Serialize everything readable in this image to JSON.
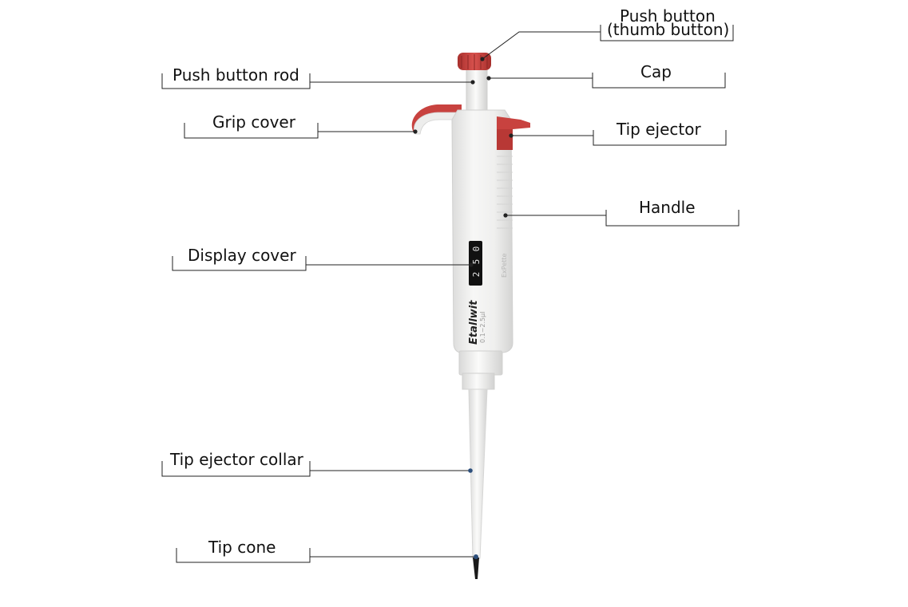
{
  "labels": {
    "push_button_line1": "Push button",
    "push_button_line2": "(thumb button)",
    "cap": "Cap",
    "push_button_rod": "Push button rod",
    "grip_cover": "Grip cover",
    "tip_ejector": "Tip ejector",
    "handle": "Handle",
    "display_cover": "Display cover",
    "tip_ejector_collar": "Tip ejector collar",
    "tip_cone": "Tip cone"
  },
  "pipette": {
    "display_digits": [
      "2",
      "5",
      "0"
    ],
    "brand": "Etallwit",
    "volume_range": "0.1~2.5μl",
    "model": "ExPette"
  },
  "colors": {
    "accent_red": "#c8423f",
    "body_white": "#f1f1f0",
    "outline": "#222222",
    "collar_dot": "#2d4f7c"
  }
}
